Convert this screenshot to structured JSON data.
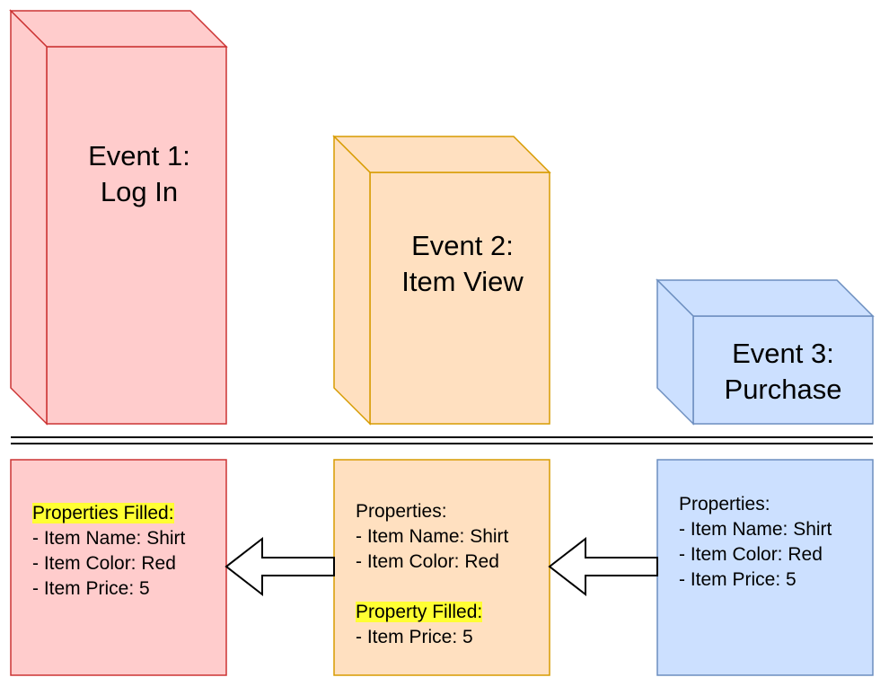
{
  "colors": {
    "red_fill": "#ffcccc",
    "red_stroke": "#cc3333",
    "orange_fill": "#ffe0c0",
    "orange_stroke": "#d79b00",
    "blue_fill": "#cce0ff",
    "blue_stroke": "#6c8ebf",
    "highlight": "#ffff33"
  },
  "events": [
    {
      "line1": "Event 1:",
      "line2": "Log In"
    },
    {
      "line1": "Event 2:",
      "line2": "Item View"
    },
    {
      "line1": "Event 3:",
      "line2": "Purchase"
    }
  ],
  "panels": {
    "event1": {
      "heading": "Properties Filled:",
      "items": [
        "- Item Name: Shirt",
        "- Item Color: Red",
        "- Item Price: 5"
      ]
    },
    "event2": {
      "heading": "Properties:",
      "items": [
        "- Item Name: Shirt",
        "- Item Color: Red"
      ],
      "filled_heading": "Property Filled:",
      "filled_items": [
        "- Item Price: 5"
      ]
    },
    "event3": {
      "heading": "Properties:",
      "items": [
        "- Item Name: Shirt",
        "- Item Color: Red",
        "- Item Price: 5"
      ]
    }
  },
  "arrows": [
    {
      "from": "event3-panel",
      "to": "event2-panel",
      "icon": "left-arrow-icon"
    },
    {
      "from": "event2-panel",
      "to": "event1-panel",
      "icon": "left-arrow-icon"
    }
  ]
}
